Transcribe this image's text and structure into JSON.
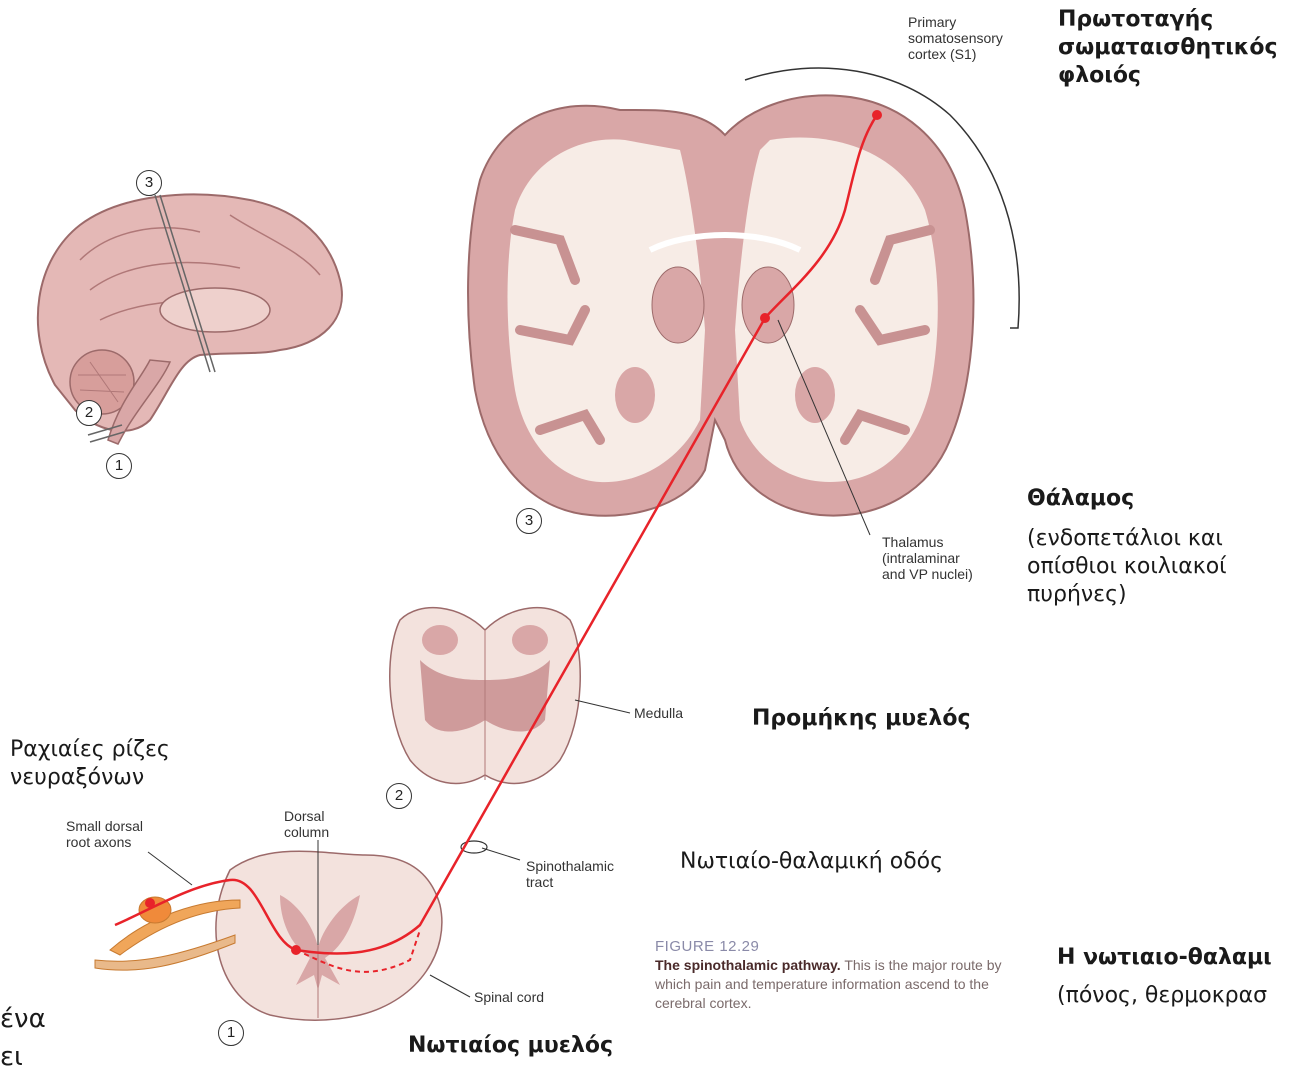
{
  "labels": {
    "primary_cortex": [
      "Primary",
      "somatosensory",
      "cortex (S1)"
    ],
    "thalamus": [
      "Thalamus",
      "(intralaminar",
      "and VP nuclei)"
    ],
    "medulla": "Medulla",
    "dorsal_column": [
      "Dorsal",
      "column"
    ],
    "small_dorsal": [
      "Small dorsal",
      "root axons"
    ],
    "spinothalamic": [
      "Spinothalamic",
      "tract"
    ],
    "spinal_cord": "Spinal cord"
  },
  "greek": {
    "cortex": [
      "Πρωτοταγής",
      "σωματαισθητικός",
      "φλοιός"
    ],
    "thalamus_title": "Θάλαμος",
    "thalamus_desc": [
      "(ενδοπετάλιοι και",
      "οπίσθιοι κοιλιακοί",
      "πυρήνες)"
    ],
    "medulla": "Προμήκης μυελός",
    "roots": [
      "Ραχιαίες ρίζες",
      "νευραξόνων"
    ],
    "tract": "Νωτιαίο-θαλαμική οδός",
    "spinal_cord": "Νωτιαίος μυελός",
    "pathway_title": "Η νωτιαιο-θαλαμι",
    "pathway_desc": "(πόνος, θερμοκρασ",
    "cut_1": "ένα",
    "cut_2": "ει"
  },
  "numbers": {
    "one": "1",
    "two": "2",
    "three": "3"
  },
  "figure": {
    "number": "FIGURE 12.29",
    "title": "The spinothalamic pathway.",
    "text": "This is the major route by which pain and temperature information ascend to the cerebral cortex."
  },
  "colors": {
    "pathway": "#e8232a",
    "tissue": "#d9a7a7",
    "white_matter": "#f7ece6"
  }
}
